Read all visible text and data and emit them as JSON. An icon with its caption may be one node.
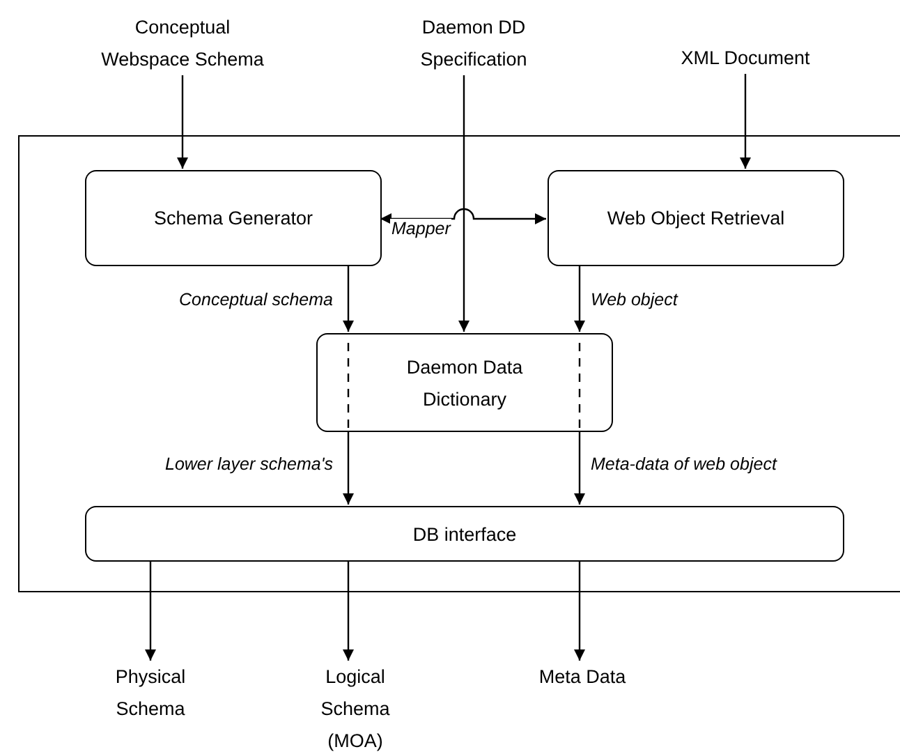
{
  "diagram": {
    "nodes": [
      {
        "text": [],
        "shape": "box"
      },
      {
        "text": [
          "Conceptual Webspace Schema"
        ]
      },
      {
        "text": [
          "Daemon DD Specification"
        ]
      },
      {
        "text": [
          "XML Document"
        ]
      },
      {
        "text": [
          "Schema Generator"
        ],
        "in": 0
      },
      {
        "text": [
          "Web Object Retrieval"
        ],
        "in": 0
      },
      {
        "text": [
          "Daemon Data Dictionary"
        ],
        "in": 0
      },
      {
        "text": [
          "DB interface"
        ],
        "in": 0
      },
      {
        "text": [
          "Physical Schema"
        ]
      },
      {
        "text": [
          "Logical Schema (MOA)"
        ]
      },
      {
        "text": [
          "Meta Data"
        ]
      }
    ],
    "edges": [
      {
        "from": 1,
        "to": 4,
        "arrow": "to"
      },
      {
        "from": 2,
        "to": 6,
        "arrow": "to"
      },
      {
        "from": 3,
        "to": 5,
        "arrow": "to"
      },
      {
        "from": 4,
        "to": 5,
        "arrow": "both",
        "label": "Mapper"
      },
      {
        "from": 4,
        "to": 6,
        "arrow": "to",
        "label": "Conceptual schema"
      },
      {
        "from": 5,
        "to": 6,
        "arrow": "to",
        "label": "Web object"
      },
      {
        "from": 6,
        "to": 7,
        "arrow": "to",
        "label": "Lower layer schema's"
      },
      {
        "from": 6,
        "to": 7,
        "arrow": "to",
        "label": "Meta-data of web object"
      },
      {
        "from": 7,
        "to": 8,
        "arrow": "to"
      },
      {
        "from": 7,
        "to": 9,
        "arrow": "to"
      },
      {
        "from": 7,
        "to": 10,
        "arrow": "to"
      }
    ]
  }
}
